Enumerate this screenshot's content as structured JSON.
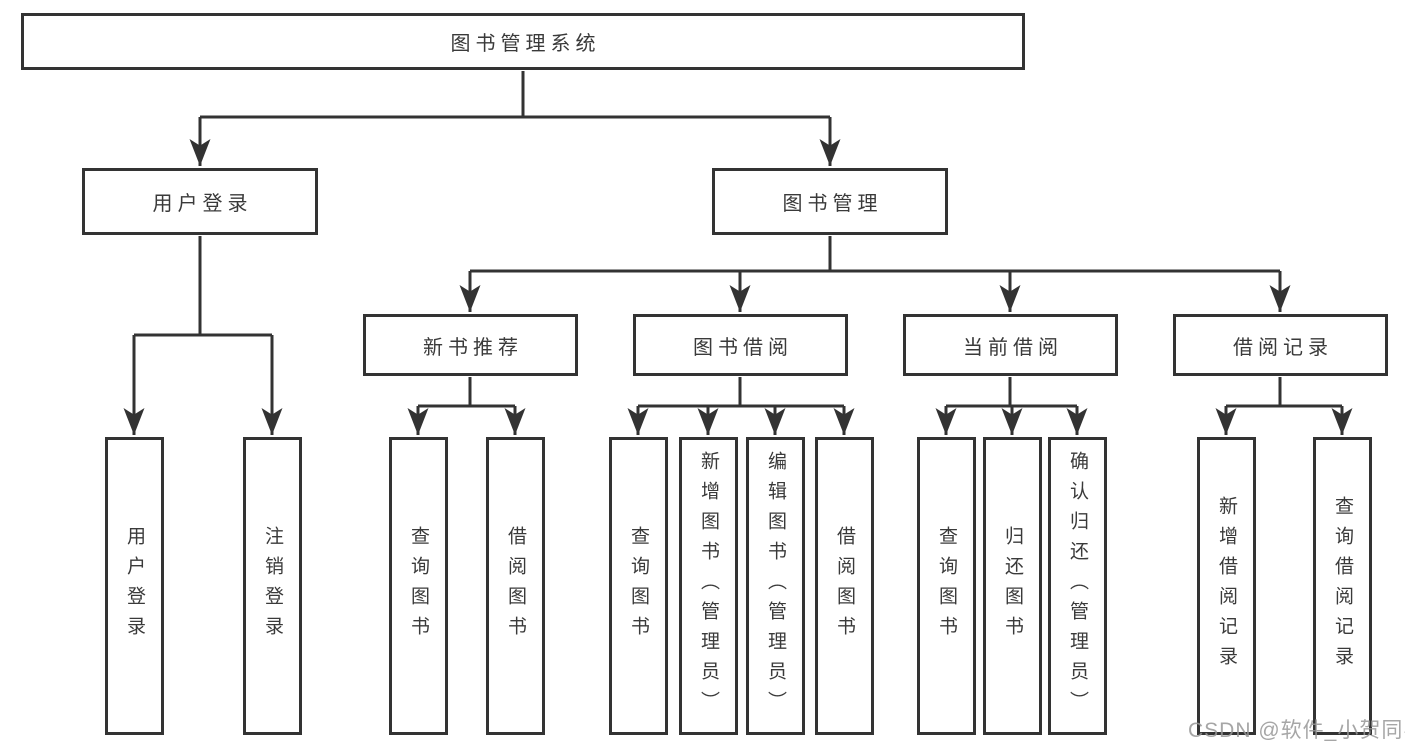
{
  "diagram": {
    "root": {
      "label": "图书管理系统"
    },
    "branches": [
      {
        "label": "用户登录",
        "children": [
          {
            "label": "用户登录"
          },
          {
            "label": "注销登录"
          }
        ]
      },
      {
        "label": "图书管理",
        "children": [
          {
            "label": "新书推荐",
            "children": [
              {
                "label": "查询图书"
              },
              {
                "label": "借阅图书"
              }
            ]
          },
          {
            "label": "图书借阅",
            "children": [
              {
                "label": "查询图书"
              },
              {
                "label": "新增图书（管理员）"
              },
              {
                "label": "编辑图书（管理员）"
              },
              {
                "label": "借阅图书"
              }
            ]
          },
          {
            "label": "当前借阅",
            "children": [
              {
                "label": "查询图书"
              },
              {
                "label": "归还图书"
              },
              {
                "label": "确认归还（管理员）"
              }
            ]
          },
          {
            "label": "借阅记录",
            "children": [
              {
                "label": "新增借阅记录"
              },
              {
                "label": "查询借阅记录"
              }
            ]
          }
        ]
      }
    ]
  },
  "watermark": {
    "text": "CSDN @软件_小贺同学"
  },
  "colors": {
    "line": "#333333",
    "box_border": "#333333",
    "box_fill": "#ffffff",
    "text": "#3a3a3a",
    "watermark": "#969696"
  }
}
